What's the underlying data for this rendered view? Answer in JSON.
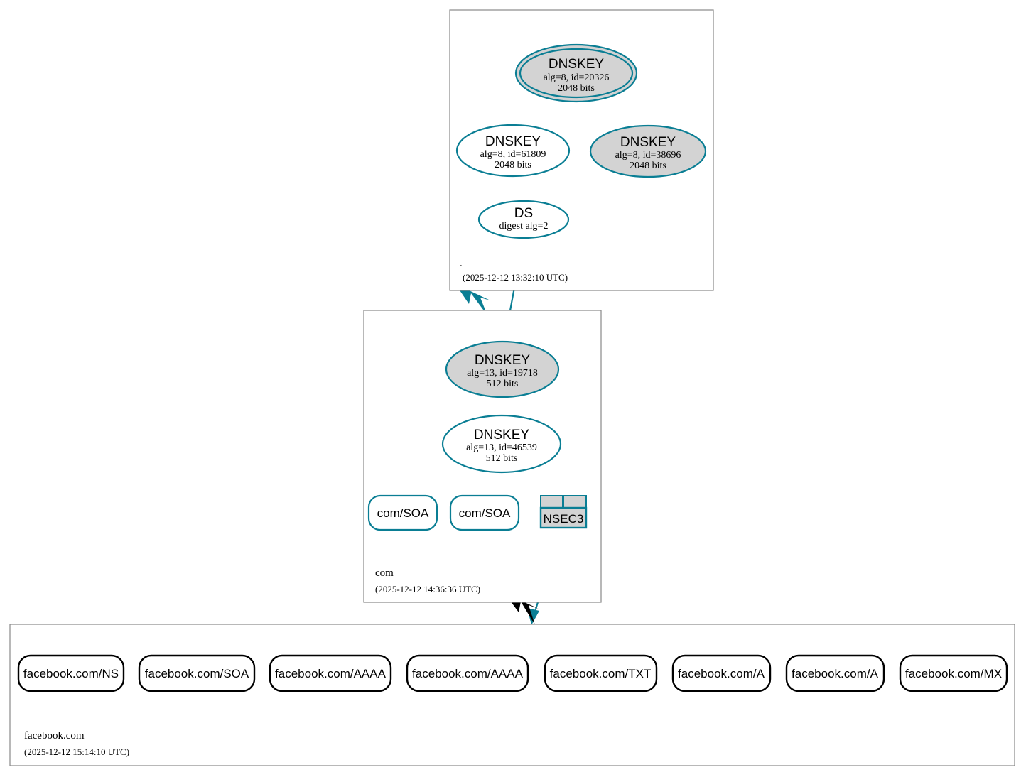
{
  "diagram": {
    "type": "dnssec-authentication-chain",
    "zones": [
      {
        "id": "root",
        "name": ".",
        "timestamp": "(2025-12-12 13:32:10 UTC)",
        "nodes": [
          {
            "id": "root-ksk",
            "kind": "DNSKEY",
            "title": "DNSKEY",
            "line2": "alg=8, id=20326",
            "line3": "2048 bits",
            "style": "trust-anchor-filled"
          },
          {
            "id": "root-zsk",
            "kind": "DNSKEY",
            "title": "DNSKEY",
            "line2": "alg=8, id=61809",
            "line3": "2048 bits",
            "style": "unfilled"
          },
          {
            "id": "root-key-38696",
            "kind": "DNSKEY",
            "title": "DNSKEY",
            "line2": "alg=8, id=38696",
            "line3": "2048 bits",
            "style": "filled"
          },
          {
            "id": "root-ds",
            "kind": "DS",
            "title": "DS",
            "line2": "digest alg=2",
            "line3": "",
            "style": "unfilled"
          }
        ]
      },
      {
        "id": "com",
        "name": "com",
        "timestamp": "(2025-12-12 14:36:36 UTC)",
        "nodes": [
          {
            "id": "com-ksk",
            "kind": "DNSKEY",
            "title": "DNSKEY",
            "line2": "alg=13, id=19718",
            "line3": "512 bits",
            "style": "filled"
          },
          {
            "id": "com-zsk",
            "kind": "DNSKEY",
            "title": "DNSKEY",
            "line2": "alg=13, id=46539",
            "line3": "512 bits",
            "style": "unfilled"
          }
        ],
        "rrsets": [
          {
            "id": "com-soa-1",
            "label": "com/SOA",
            "style": "secure"
          },
          {
            "id": "com-soa-2",
            "label": "com/SOA",
            "style": "secure"
          }
        ],
        "nsec": {
          "id": "com-nsec3",
          "label": "NSEC3",
          "cells": 2
        }
      },
      {
        "id": "facebook",
        "name": "facebook.com",
        "timestamp": "(2025-12-12 15:14:10 UTC)",
        "rrsets": [
          {
            "id": "fb-ns",
            "label": "facebook.com/NS",
            "style": "insecure"
          },
          {
            "id": "fb-soa",
            "label": "facebook.com/SOA",
            "style": "insecure"
          },
          {
            "id": "fb-aaaa1",
            "label": "facebook.com/AAAA",
            "style": "insecure"
          },
          {
            "id": "fb-aaaa2",
            "label": "facebook.com/AAAA",
            "style": "insecure"
          },
          {
            "id": "fb-txt",
            "label": "facebook.com/TXT",
            "style": "insecure"
          },
          {
            "id": "fb-a1",
            "label": "facebook.com/A",
            "style": "insecure"
          },
          {
            "id": "fb-a2",
            "label": "facebook.com/A",
            "style": "insecure"
          },
          {
            "id": "fb-mx",
            "label": "facebook.com/MX",
            "style": "insecure"
          }
        ]
      }
    ],
    "colors": {
      "secure_stroke": "#0a7e94",
      "insecure_stroke": "#000000",
      "key_fill": "#d3d3d3",
      "zone_border": "#888888",
      "background": "#ffffff"
    }
  }
}
